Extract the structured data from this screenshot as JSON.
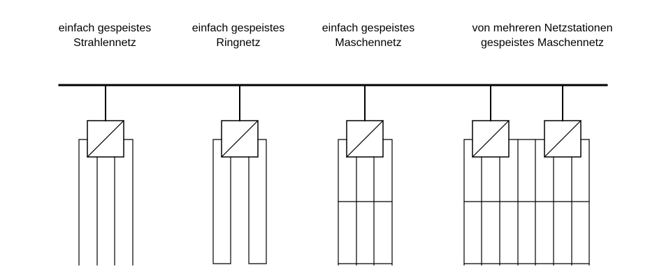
{
  "colors": {
    "line": "#000000",
    "background": "#ffffff"
  },
  "networks": [
    {
      "id": "strahlennetz",
      "label_line1": "einfach gespeistes",
      "label_line2": "Strahlennetz"
    },
    {
      "id": "ringnetz",
      "label_line1": "einfach gespeistes",
      "label_line2": "Ringnetz"
    },
    {
      "id": "maschennetz",
      "label_line1": "einfach gespeistes",
      "label_line2": "Maschennetz"
    },
    {
      "id": "mehrfach-maschennetz",
      "label_line1": "von mehreren Netzstationen",
      "label_line2": "gespeistes Maschennetz"
    }
  ],
  "transformer_icon": "transformer-icon"
}
